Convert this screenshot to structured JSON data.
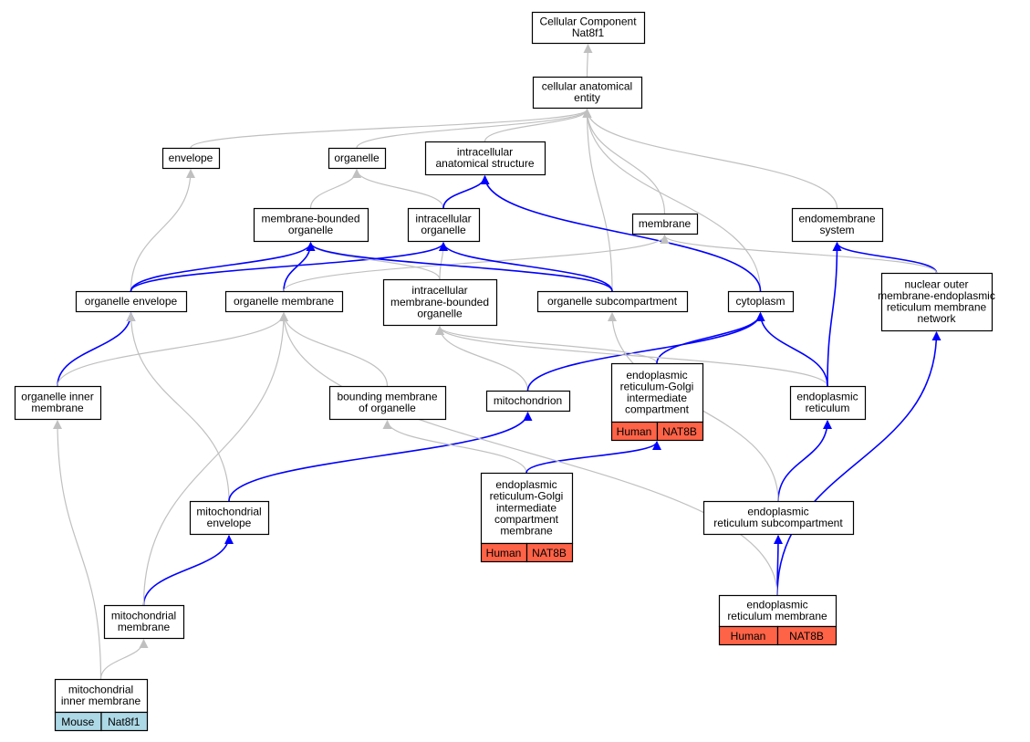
{
  "colors": {
    "gray_edge": "#c0c0c0",
    "blue_edge": "#0000ff",
    "node_fill": "#ffffff",
    "node_stroke": "#000000",
    "human_fill": "#ff6347",
    "mouse_fill": "#add8e6"
  },
  "nodes": [
    {
      "id": "cc",
      "lines": [
        "Cellular Component",
        "Nat8f1"
      ]
    },
    {
      "id": "cae",
      "lines": [
        "cellular anatomical",
        "entity"
      ]
    },
    {
      "id": "envelope",
      "lines": [
        "envelope"
      ]
    },
    {
      "id": "organelle",
      "lines": [
        "organelle"
      ]
    },
    {
      "id": "ias",
      "lines": [
        "intracellular",
        "anatomical structure"
      ]
    },
    {
      "id": "mbo",
      "lines": [
        "membrane-bounded",
        "organelle"
      ]
    },
    {
      "id": "io",
      "lines": [
        "intracellular",
        "organelle"
      ]
    },
    {
      "id": "membrane",
      "lines": [
        "membrane"
      ]
    },
    {
      "id": "endo",
      "lines": [
        "endomembrane",
        "system"
      ]
    },
    {
      "id": "oe",
      "lines": [
        "organelle envelope"
      ]
    },
    {
      "id": "om",
      "lines": [
        "organelle membrane"
      ]
    },
    {
      "id": "imbo",
      "lines": [
        "intracellular",
        "membrane-bounded",
        "organelle"
      ]
    },
    {
      "id": "osub",
      "lines": [
        "organelle subcompartment"
      ]
    },
    {
      "id": "cyto",
      "lines": [
        "cytoplasm"
      ]
    },
    {
      "id": "nomern",
      "lines": [
        "nuclear outer",
        "membrane-endoplasmic",
        "reticulum membrane",
        "network"
      ]
    },
    {
      "id": "oim",
      "lines": [
        "organelle inner",
        "membrane"
      ]
    },
    {
      "id": "bmo",
      "lines": [
        "bounding membrane",
        "of organelle"
      ]
    },
    {
      "id": "mito",
      "lines": [
        "mitochondrion"
      ]
    },
    {
      "id": "ergic",
      "lines": [
        "endoplasmic",
        "reticulum-Golgi",
        "intermediate",
        "compartment"
      ],
      "tags": [
        "Human",
        "NAT8B"
      ]
    },
    {
      "id": "er",
      "lines": [
        "endoplasmic",
        "reticulum"
      ]
    },
    {
      "id": "menv",
      "lines": [
        "mitochondrial",
        "envelope"
      ]
    },
    {
      "id": "ergicm",
      "lines": [
        "endoplasmic",
        "reticulum-Golgi",
        "intermediate",
        "compartment",
        "membrane"
      ],
      "tags": [
        "Human",
        "NAT8B"
      ]
    },
    {
      "id": "ersub",
      "lines": [
        "endoplasmic",
        "reticulum subcompartment"
      ]
    },
    {
      "id": "mmem",
      "lines": [
        "mitochondrial",
        "membrane"
      ]
    },
    {
      "id": "erm",
      "lines": [
        "endoplasmic",
        "reticulum membrane"
      ],
      "tags": [
        "Human",
        "NAT8B"
      ]
    },
    {
      "id": "mim",
      "lines": [
        "mitochondrial",
        "inner membrane"
      ],
      "tags": [
        "Mouse",
        "Nat8f1"
      ]
    }
  ],
  "edges": [
    {
      "from": "cae",
      "to": "cc",
      "type": "gray"
    },
    {
      "from": "envelope",
      "to": "cae",
      "type": "gray"
    },
    {
      "from": "organelle",
      "to": "cae",
      "type": "gray"
    },
    {
      "from": "ias",
      "to": "cae",
      "type": "gray"
    },
    {
      "from": "membrane",
      "to": "cae",
      "type": "gray"
    },
    {
      "from": "endo",
      "to": "cae",
      "type": "gray"
    },
    {
      "from": "osub",
      "to": "cae",
      "type": "gray"
    },
    {
      "from": "cyto",
      "to": "cae",
      "type": "gray"
    },
    {
      "from": "mbo",
      "to": "organelle",
      "type": "gray"
    },
    {
      "from": "io",
      "to": "organelle",
      "type": "gray"
    },
    {
      "from": "io",
      "to": "ias",
      "type": "blue"
    },
    {
      "from": "cyto",
      "to": "ias",
      "type": "blue"
    },
    {
      "from": "oe",
      "to": "envelope",
      "type": "gray"
    },
    {
      "from": "oe",
      "to": "mbo",
      "type": "blue"
    },
    {
      "from": "oe",
      "to": "io",
      "type": "blue"
    },
    {
      "from": "om",
      "to": "mbo",
      "type": "blue"
    },
    {
      "from": "om",
      "to": "membrane",
      "type": "gray"
    },
    {
      "from": "imbo",
      "to": "mbo",
      "type": "gray"
    },
    {
      "from": "imbo",
      "to": "io",
      "type": "gray"
    },
    {
      "from": "osub",
      "to": "mbo",
      "type": "blue"
    },
    {
      "from": "osub",
      "to": "io",
      "type": "blue"
    },
    {
      "from": "nomern",
      "to": "endo",
      "type": "blue"
    },
    {
      "from": "nomern",
      "to": "membrane",
      "type": "gray"
    },
    {
      "from": "oim",
      "to": "oe",
      "type": "blue"
    },
    {
      "from": "oim",
      "to": "om",
      "type": "gray"
    },
    {
      "from": "bmo",
      "to": "om",
      "type": "gray"
    },
    {
      "from": "mito",
      "to": "imbo",
      "type": "gray"
    },
    {
      "from": "mito",
      "to": "cyto",
      "type": "blue"
    },
    {
      "from": "ergic",
      "to": "imbo",
      "type": "gray"
    },
    {
      "from": "ergic",
      "to": "cyto",
      "type": "blue"
    },
    {
      "from": "er",
      "to": "imbo",
      "type": "gray"
    },
    {
      "from": "er",
      "to": "cyto",
      "type": "blue"
    },
    {
      "from": "er",
      "to": "endo",
      "type": "blue"
    },
    {
      "from": "menv",
      "to": "oe",
      "type": "gray"
    },
    {
      "from": "menv",
      "to": "mito",
      "type": "blue"
    },
    {
      "from": "ergicm",
      "to": "bmo",
      "type": "gray"
    },
    {
      "from": "ergicm",
      "to": "ergic",
      "type": "blue"
    },
    {
      "from": "ersub",
      "to": "er",
      "type": "blue"
    },
    {
      "from": "ersub",
      "to": "osub",
      "type": "gray"
    },
    {
      "from": "mmem",
      "to": "menv",
      "type": "blue"
    },
    {
      "from": "mmem",
      "to": "om",
      "type": "gray"
    },
    {
      "from": "erm",
      "to": "ersub",
      "type": "blue"
    },
    {
      "from": "erm",
      "to": "nomern",
      "type": "blue"
    },
    {
      "from": "erm",
      "to": "om",
      "type": "gray"
    },
    {
      "from": "mim",
      "to": "mmem",
      "type": "gray"
    },
    {
      "from": "mim",
      "to": "oim",
      "type": "gray"
    }
  ]
}
